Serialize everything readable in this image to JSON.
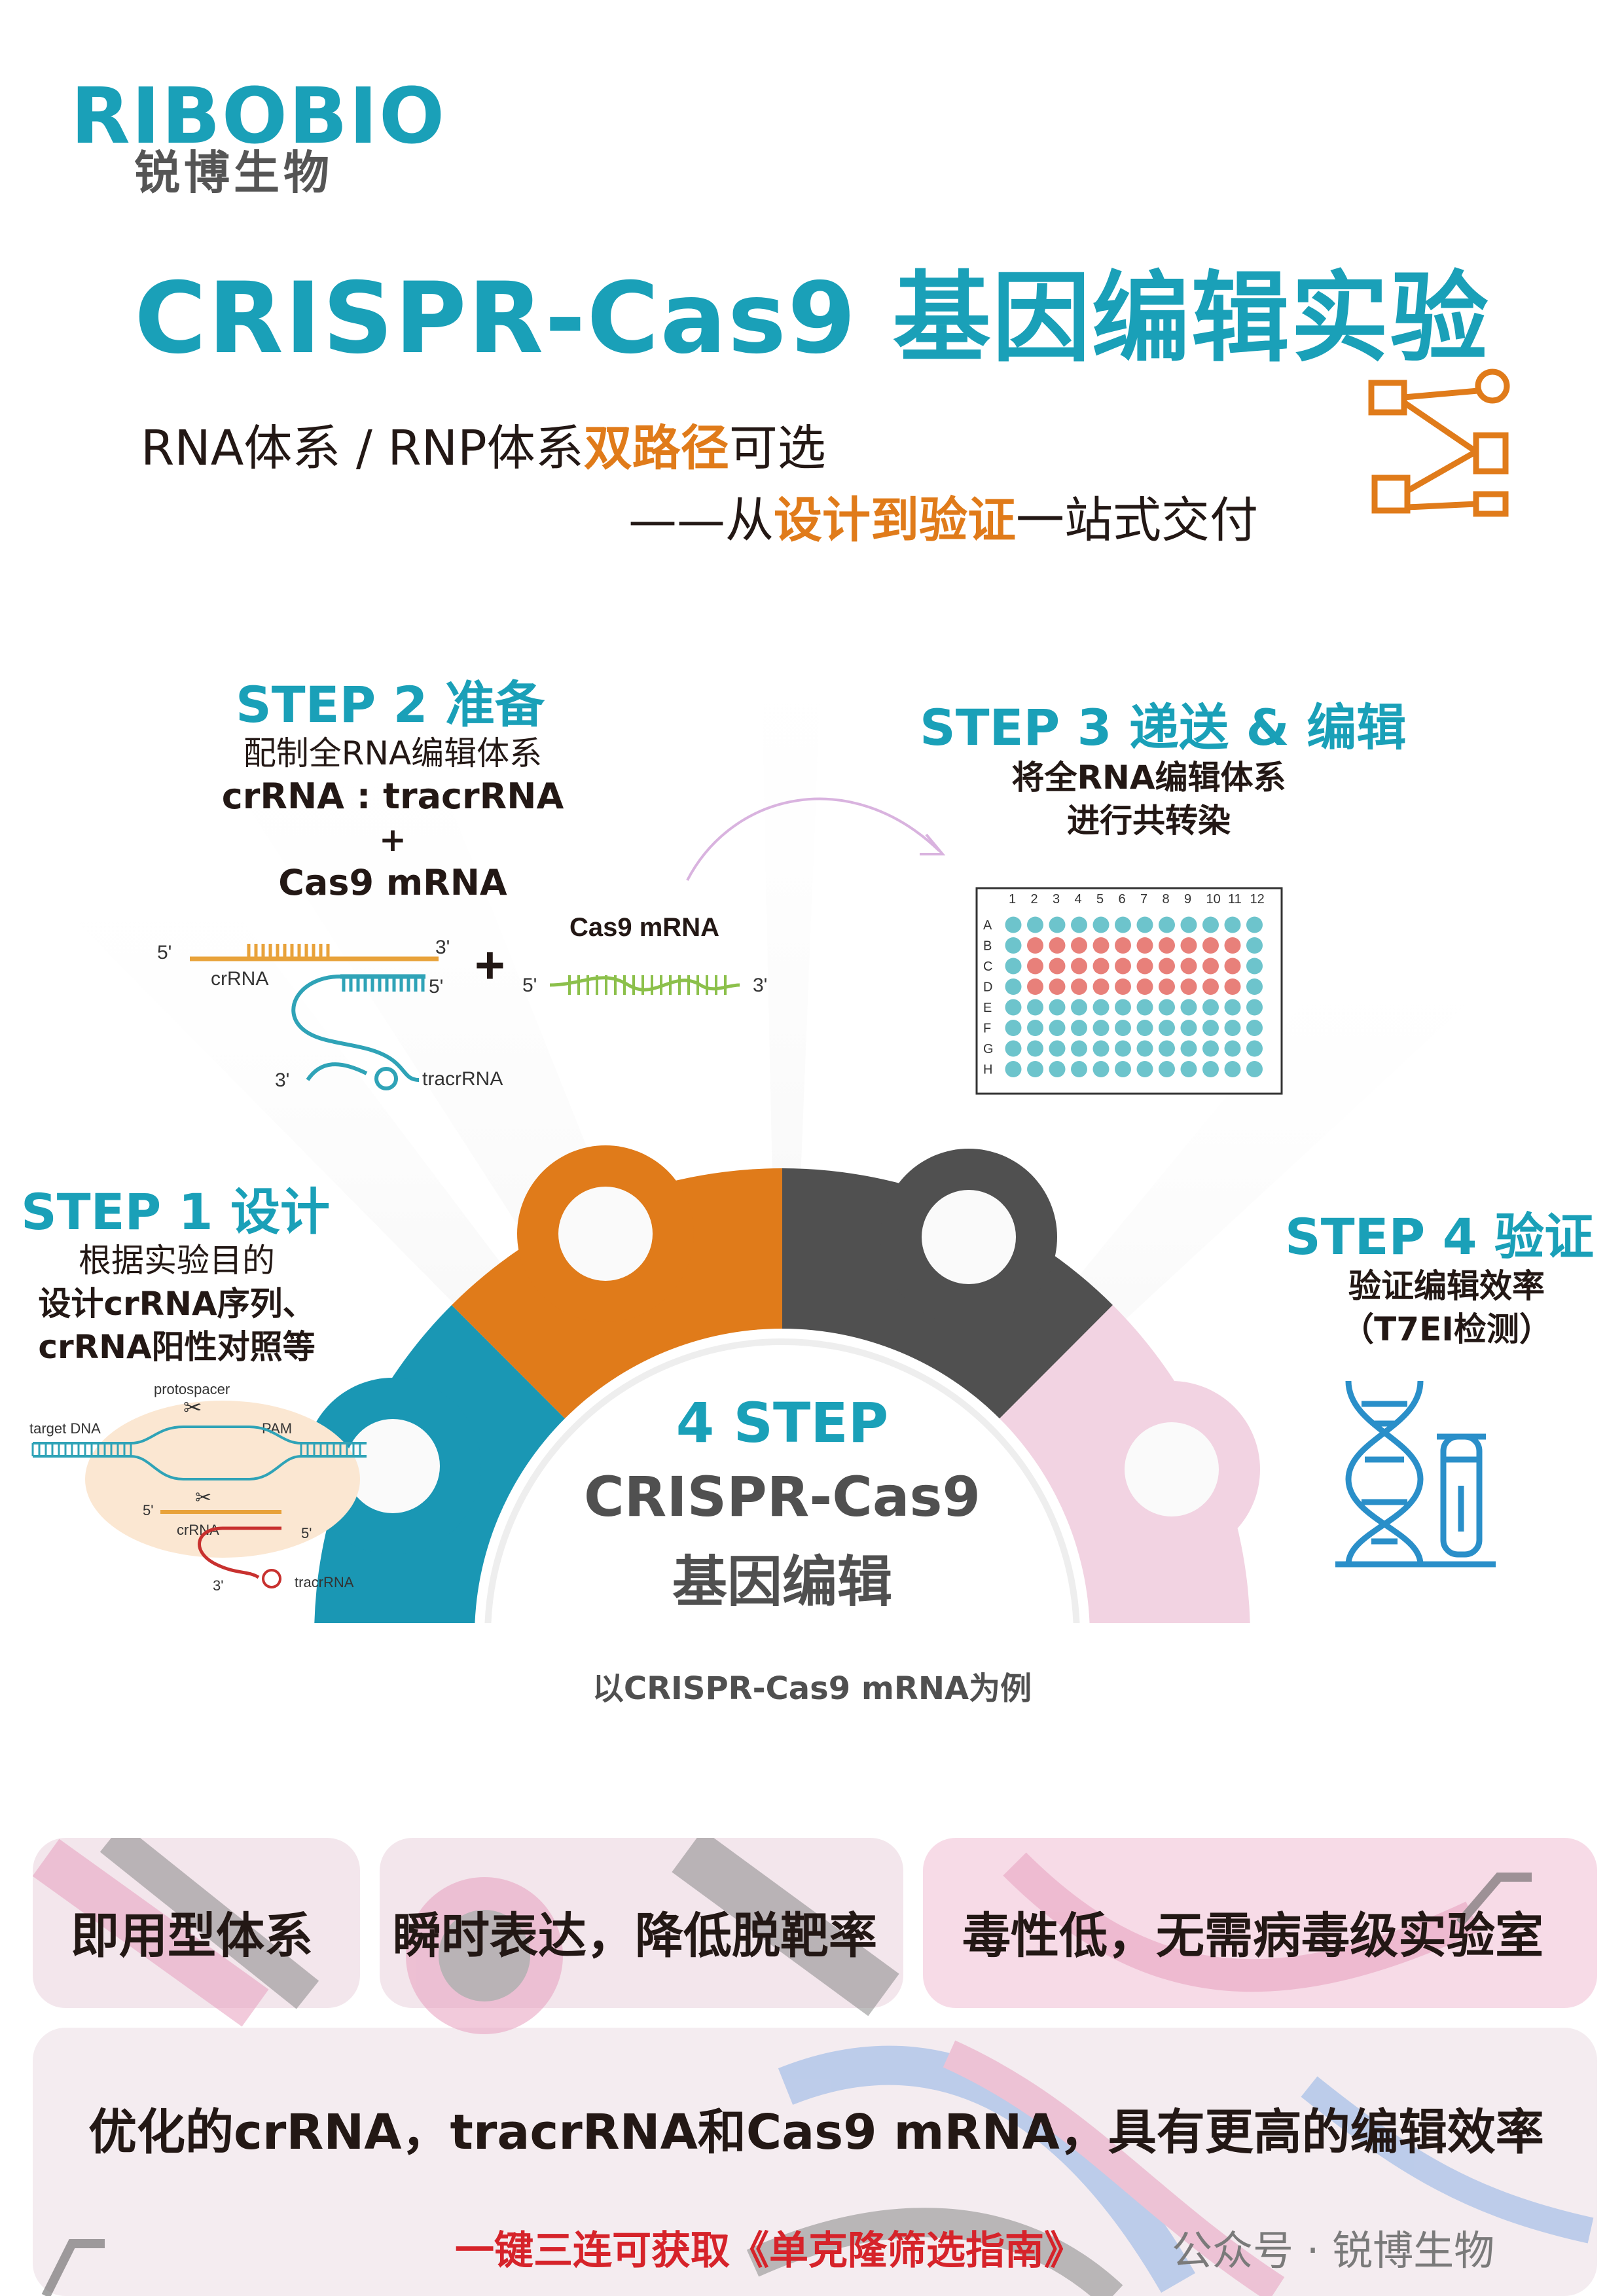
{
  "brand": {
    "logo_text": "RIBOBIO",
    "logo_subtitle": "锐博生物"
  },
  "title": "CRISPR-Cas9 基因编辑实验",
  "subtitle": {
    "line1_prefix": "RNA体系 / RNP体系",
    "line1_highlight": "双路径",
    "line1_suffix": "可选",
    "line2_prefix": "——从",
    "line2_highlight": "设计到验证",
    "line2_suffix": "一站式交付"
  },
  "steps": {
    "step1": {
      "title": "STEP 1 设计",
      "lines": [
        "根据实验目的",
        "设计crRNA序列、",
        "crRNA阳性对照等"
      ]
    },
    "step2": {
      "title": "STEP 2 准备",
      "lines": [
        "配制全RNA编辑体系",
        "crRNA : tracrRNA",
        "+",
        "Cas9 mRNA"
      ]
    },
    "step3": {
      "title": "STEP 3 递送 & 编辑",
      "lines": [
        "将全RNA编辑体系",
        "进行共转染"
      ]
    },
    "step4": {
      "title": "STEP 4 验证",
      "lines": [
        "验证编辑效率",
        "（T7EI检测）"
      ]
    }
  },
  "center": {
    "line1": "4 STEP",
    "line2": "CRISPR-Cas9",
    "line3": "基因编辑"
  },
  "caption": "以CRISPR-Cas9 mRNA为例",
  "diagram_step2": {
    "five_prime_a": "5'",
    "three_prime_a": "3'",
    "crrna": "crRNA",
    "five_prime_b": "5'",
    "three_prime_b": "3'",
    "tracrrna": "tracrRNA",
    "plus": "+",
    "cas9": "Cas9 mRNA",
    "five_prime_c": "5'",
    "three_prime_c": "3'"
  },
  "diagram_step1": {
    "protospacer": "protospacer",
    "target_dna": "target DNA",
    "pam": "PAM",
    "five_prime": "5'",
    "crrna": "crRNA",
    "five_prime_b": "5'",
    "three_prime": "3'",
    "tracrrna": "tracrRNA"
  },
  "plate": {
    "columns": [
      "1",
      "2",
      "3",
      "4",
      "5",
      "6",
      "7",
      "8",
      "9",
      "10",
      "11",
      "12"
    ],
    "rows": [
      "A",
      "B",
      "C",
      "D",
      "E",
      "F",
      "G",
      "H"
    ],
    "highlight_rows": [
      "B",
      "C",
      "D"
    ],
    "highlight_cols_from": 2,
    "highlight_cols_to": 11,
    "colors": {
      "well": "#6dc4cc",
      "highlight": "#e8807a"
    }
  },
  "features": {
    "f1": "即用型体系",
    "f2": "瞬时表达，降低脱靶率",
    "f3": "毒性低，无需病毒级实验室",
    "f4": "优化的crRNA，tracrRNA和Cas9 mRNA，具有更高的编辑效率"
  },
  "promo": "一键三连可获取《单克隆筛选指南》",
  "watermark": "公众号 · 锐博生物",
  "colors": {
    "teal": "#1aa0b8",
    "orange": "#e07b1a",
    "dark": "#505050",
    "pink": "#f2d3e2"
  }
}
